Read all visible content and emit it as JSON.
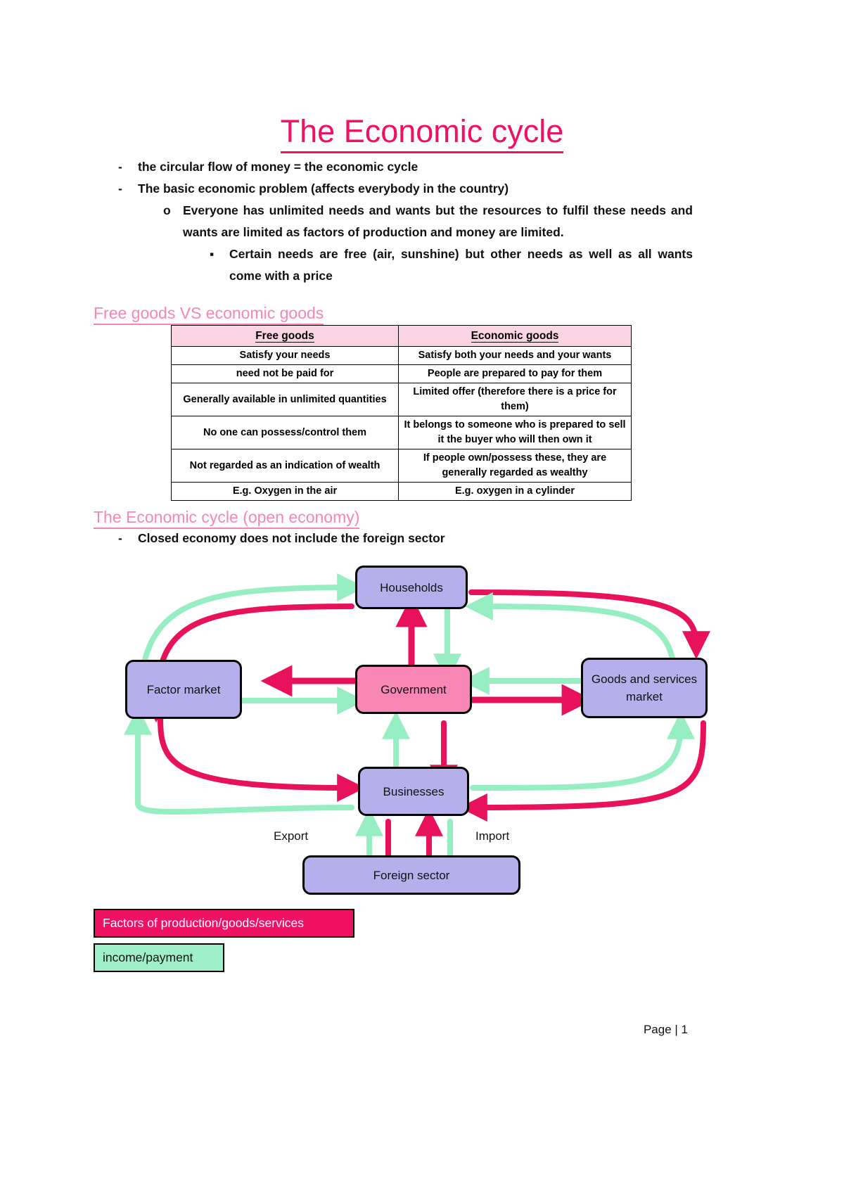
{
  "document": {
    "title": "The Economic cycle",
    "footer": "Page | 1"
  },
  "intro_bullets": [
    {
      "marker": "-",
      "level": 1,
      "text": "the circular flow of money = the economic cycle"
    },
    {
      "marker": "-",
      "level": 1,
      "text": "The basic economic problem (affects everybody in the country)"
    },
    {
      "marker": "o",
      "level": 2,
      "text": "Everyone has unlimited needs and wants but the resources to fulfil these needs and wants are limited as factors of production and money are limited."
    },
    {
      "marker": "▪",
      "level": 3,
      "text": "Certain needs are free (air, sunshine) but other needs as well as all wants come with a price"
    }
  ],
  "section_free_goods": {
    "heading": "Free goods VS economic goods",
    "table": {
      "headers": [
        "Free goods",
        "Economic goods"
      ],
      "rows": [
        [
          "Satisfy your needs",
          "Satisfy both your needs and your wants"
        ],
        [
          "need not be paid for",
          "People are prepared to pay for them"
        ],
        [
          "Generally available in unlimited quantities",
          "Limited offer (therefore there is a price for them)"
        ],
        [
          "No one can possess/control them",
          "It belongs to someone who is prepared to sell it the buyer who will then own it"
        ],
        [
          "Not regarded as an indication of wealth",
          "If people own/possess these, they are generally regarded as wealthy"
        ],
        [
          "E.g. Oxygen in the air",
          "E.g. oxygen in a cylinder"
        ]
      ]
    }
  },
  "section_economic_cycle": {
    "heading": "The Economic cycle (open economy)",
    "bullets": [
      {
        "marker": "-",
        "level": 1,
        "text": "Closed economy does not include the foreign sector"
      }
    ],
    "diagram": {
      "nodes": [
        {
          "id": "households",
          "label": "Households"
        },
        {
          "id": "factor-market",
          "label": "Factor market"
        },
        {
          "id": "government",
          "label": "Government"
        },
        {
          "id": "goods-services-market",
          "label": "Goods and services market"
        },
        {
          "id": "businesses",
          "label": "Businesses"
        },
        {
          "id": "foreign-sector",
          "label": "Foreign sector"
        }
      ],
      "arrow_labels": [
        "Export",
        "Import"
      ],
      "legend": [
        {
          "label": "Factors of production/goods/services",
          "color": "#EE1164",
          "text_color": "#ffffff"
        },
        {
          "label": "income/payment",
          "color": "#9FF0C8",
          "text_color": "#111111"
        }
      ],
      "colors": {
        "node_fill": "#B5B0EC",
        "government_fill": "#F987B5",
        "flow_red": "#E8115B",
        "flow_green": "#97EEC2"
      }
    }
  }
}
